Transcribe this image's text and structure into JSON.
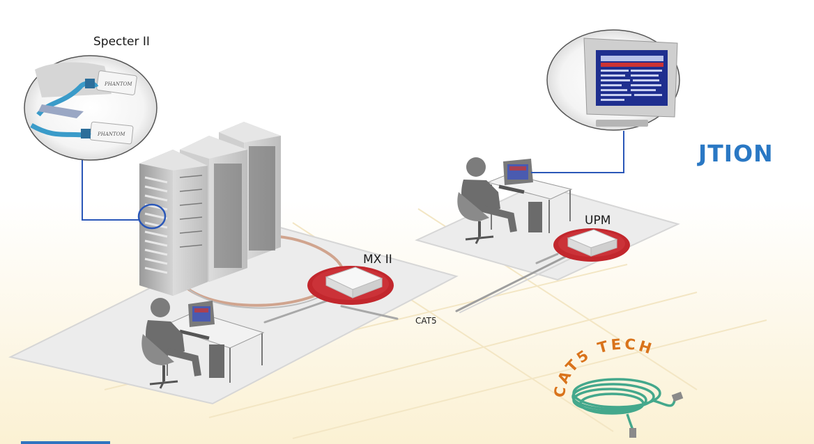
{
  "labels": {
    "specter": "Specter II",
    "mx": "MX II",
    "upm": "UPM",
    "cat5": "CAT5",
    "brand_fragment": "JTION",
    "logo_text": "CAT5 TECH"
  },
  "device_text": {
    "phantom": "PHANTOM"
  },
  "colors": {
    "link_line": "#2a57b8",
    "brand_blue": "#2a78c4",
    "switch_ring": "#c2272d",
    "logo_orange": "#d9731b",
    "cable_green": "#44a88c",
    "floor": "#eeeeee"
  }
}
